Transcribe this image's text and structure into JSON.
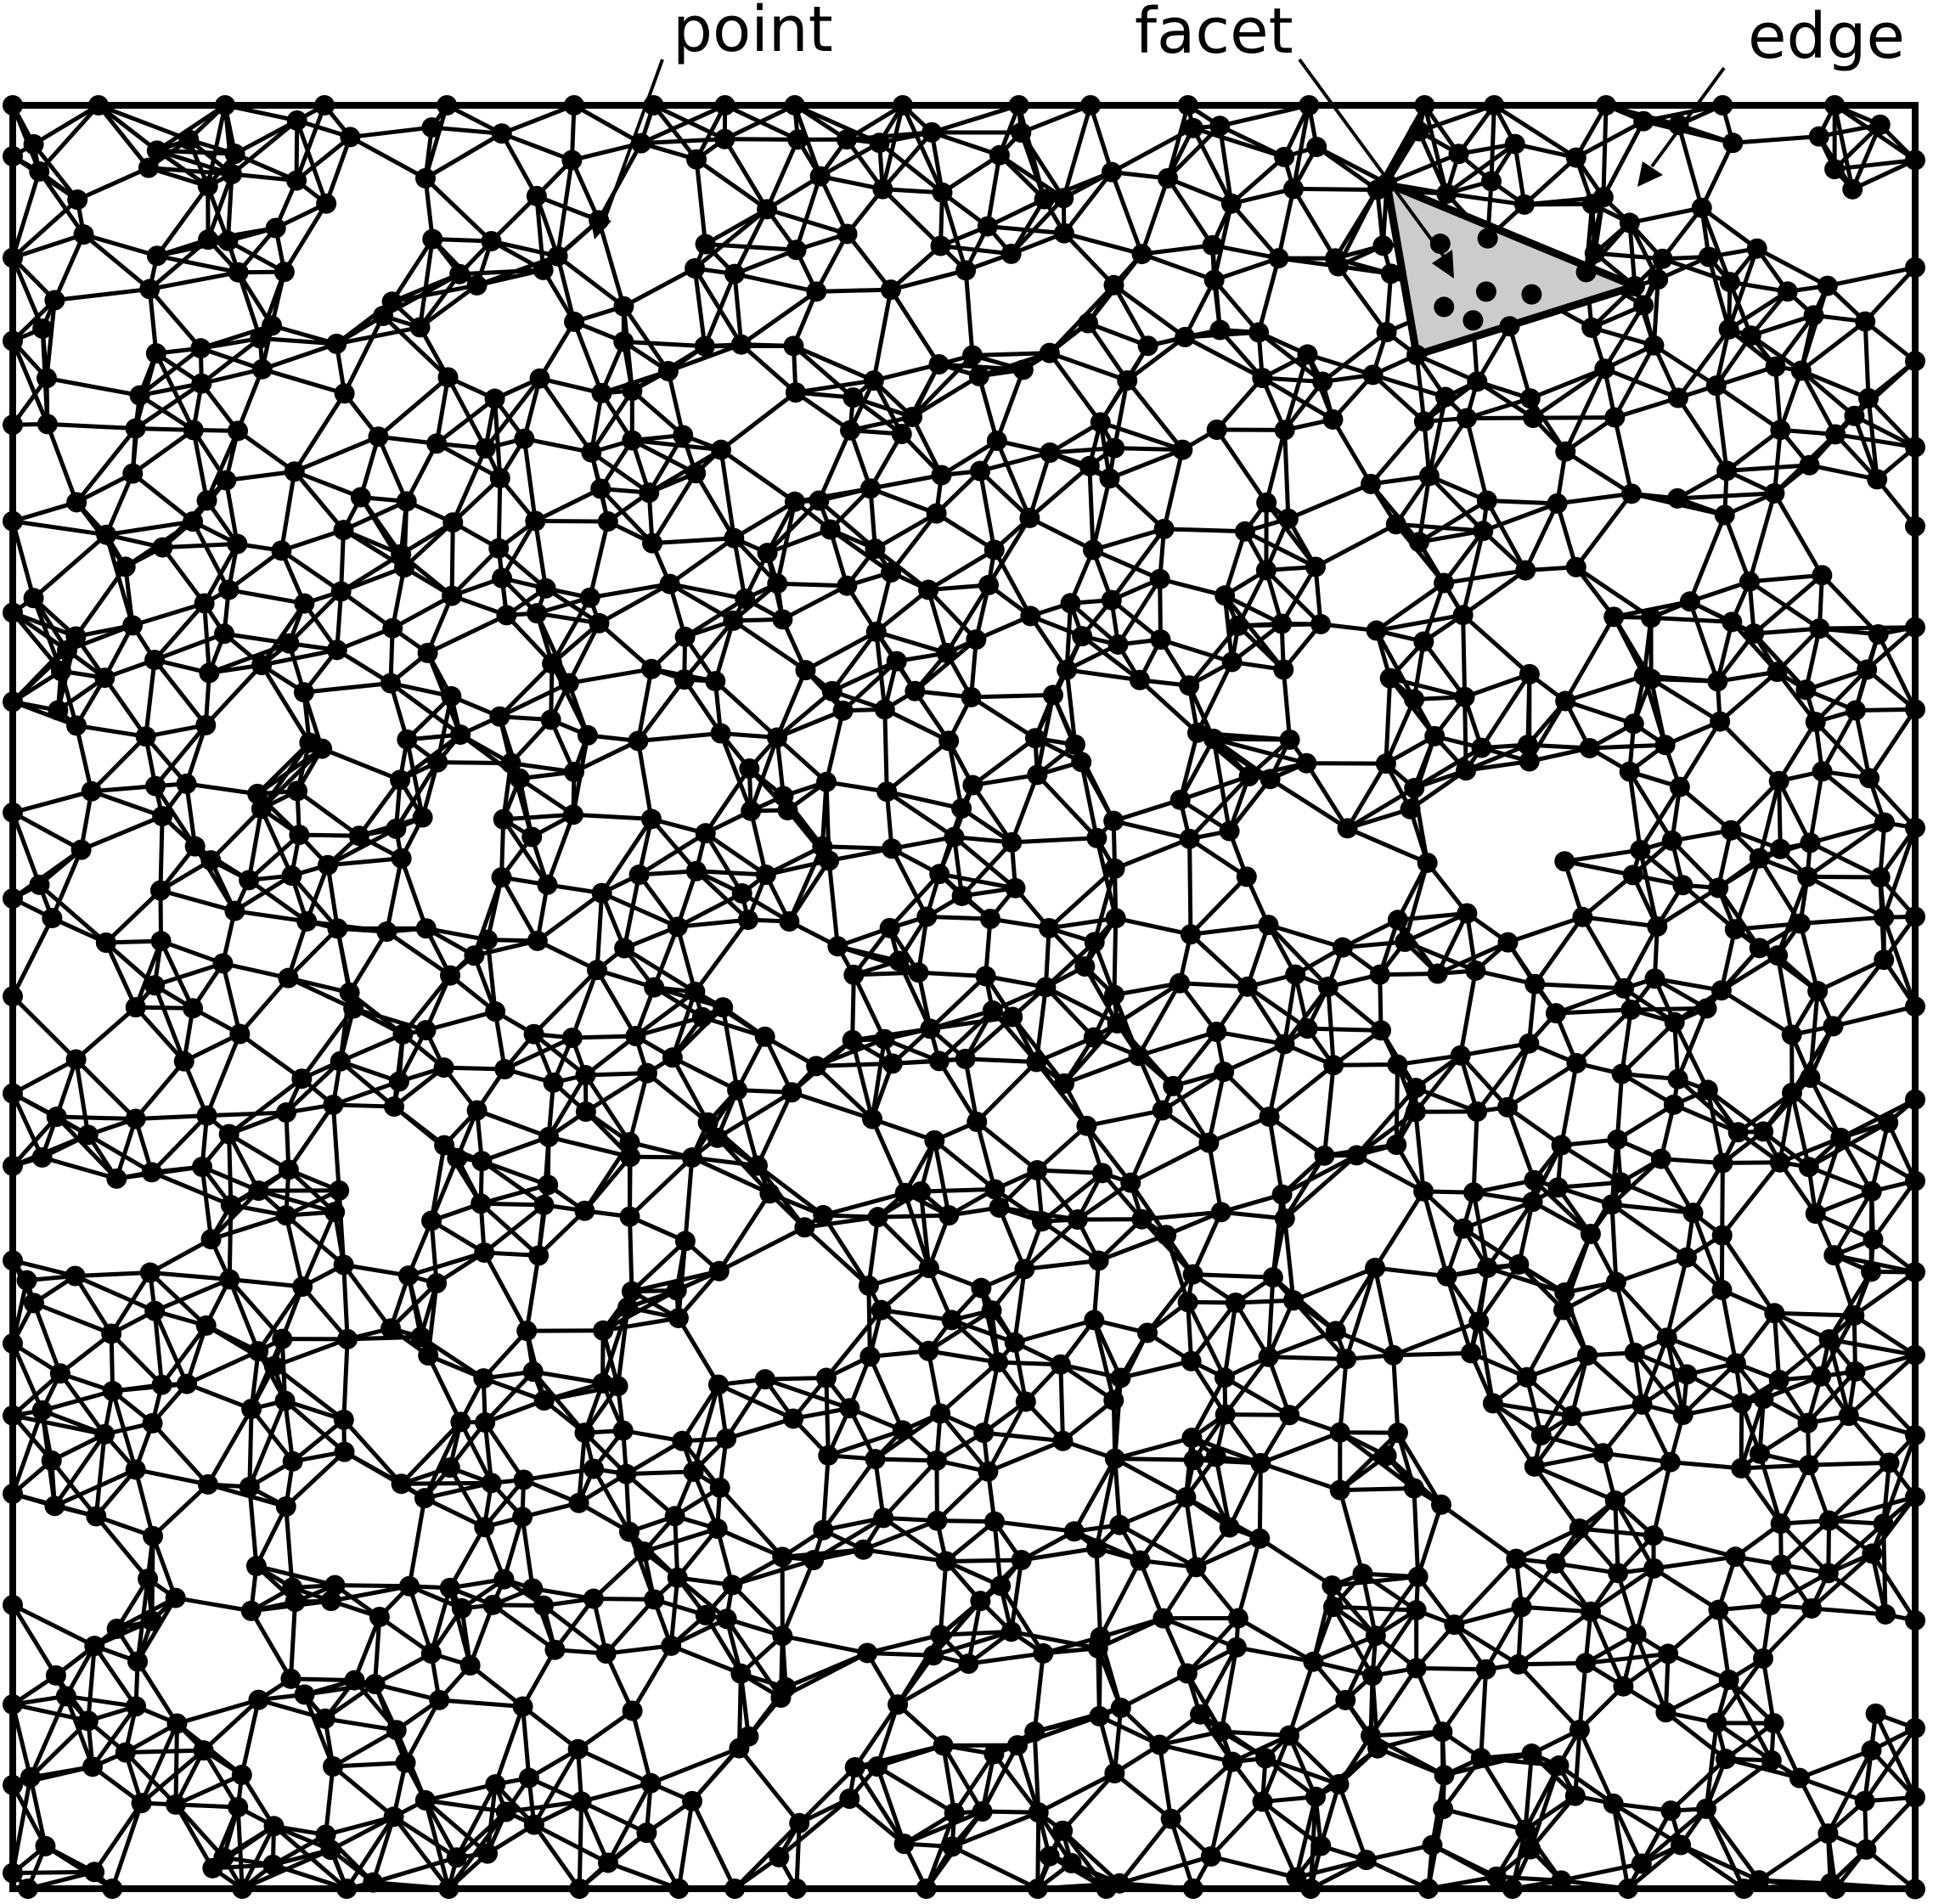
{
  "callouts": {
    "point": "point",
    "facet": "facet",
    "edge": "edge"
  },
  "colors": {
    "ink": "#000000",
    "facet_fill": "#cccccc",
    "background": "#ffffff"
  }
}
